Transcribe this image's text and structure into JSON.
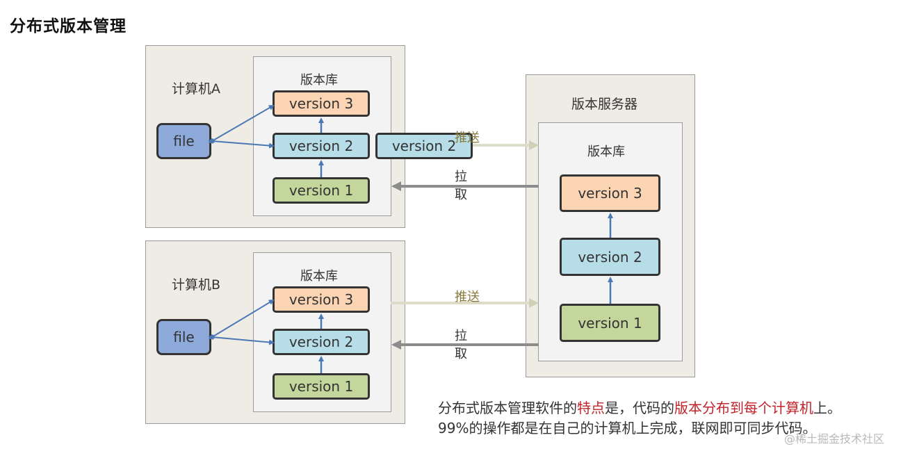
{
  "title": "分布式版本管理",
  "computer_a": {
    "label": "计算机A",
    "repo_label": "版本库",
    "file_label": "file",
    "versions": [
      "version 3",
      "version 2",
      "version 1"
    ],
    "pending_push": "version 2"
  },
  "computer_b": {
    "label": "计算机B",
    "repo_label": "版本库",
    "file_label": "file",
    "versions": [
      "version 3",
      "version 2",
      "version 1"
    ]
  },
  "server": {
    "label": "版本服务器",
    "repo_label": "版本库",
    "versions": [
      "version 3",
      "version 2",
      "version 1"
    ]
  },
  "flows": {
    "push": "推送",
    "pull_chars": [
      "拉",
      "取"
    ]
  },
  "caption": {
    "line1_parts": [
      {
        "text": "分布式版本管理软件的",
        "highlight": false
      },
      {
        "text": "特点",
        "highlight": true
      },
      {
        "text": "是，代码的",
        "highlight": false
      },
      {
        "text": "版本分布到每个计算机",
        "highlight": true
      },
      {
        "text": "上。",
        "highlight": false
      }
    ],
    "line2": "99%的操作都是在自己的计算机上完成，联网即可同步代码。"
  },
  "watermark": "@稀土掘金技术社区",
  "colors": {
    "version3": "#fbd4b4",
    "version2": "#b7dde8",
    "version1": "#c3d69b",
    "file": "#8eaadb",
    "outer_box": "#eeece4",
    "inner_box": "#f3f3f3",
    "link_arrow": "#4a78b5",
    "push_arrow": "#dcdcc8",
    "pull_arrow": "#8c8c8c",
    "highlight_text": "#c0232a"
  }
}
